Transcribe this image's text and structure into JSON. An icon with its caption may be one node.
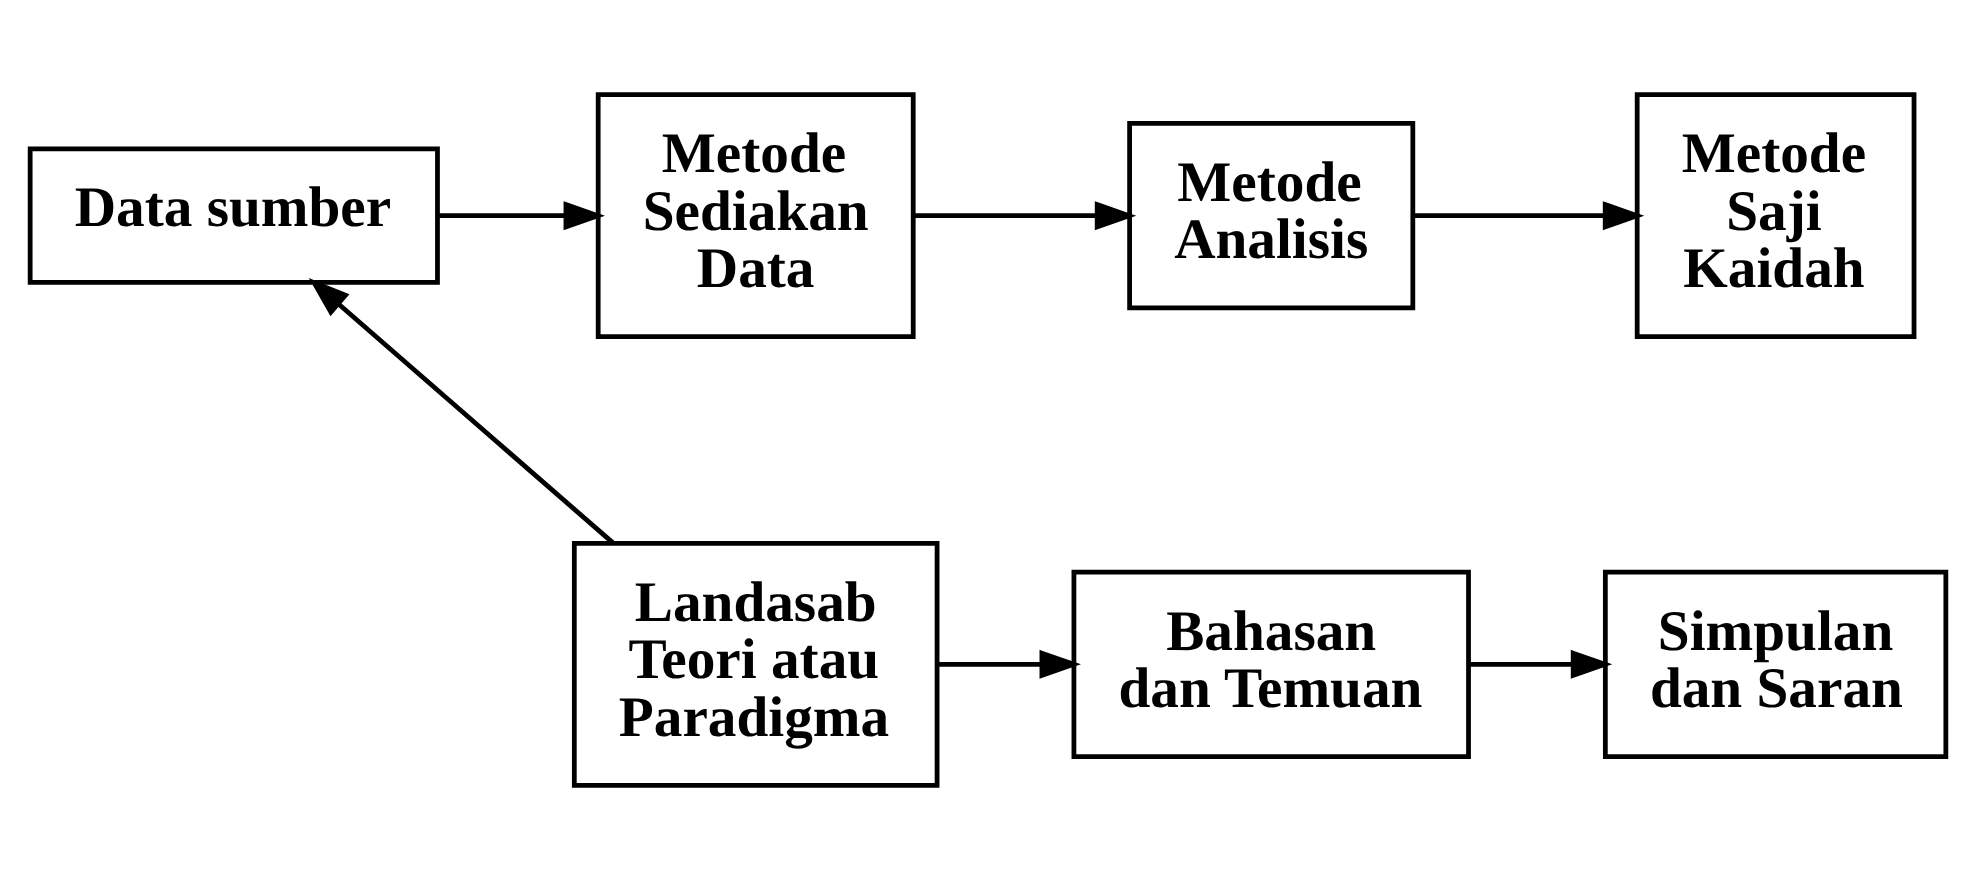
{
  "diagram": {
    "nodes": [
      {
        "text": [
          "Data sumber"
        ]
      },
      {
        "text": [
          "Metode Sediakan Data"
        ]
      },
      {
        "text": [
          "Metode Analisis"
        ]
      },
      {
        "text": [
          "Metode Saji Kaidah"
        ]
      },
      {
        "text": [
          "Landasab Teori atau Paradigma"
        ]
      },
      {
        "text": [
          "Bahasan dan Temuan"
        ]
      },
      {
        "text": [
          "Simpulan dan Saran"
        ]
      }
    ],
    "edges": [
      {
        "from": 0,
        "to": 1,
        "arrow": "to"
      },
      {
        "from": 1,
        "to": 2,
        "arrow": "to"
      },
      {
        "from": 2,
        "to": 3,
        "arrow": "to"
      },
      {
        "from": 4,
        "to": 0,
        "arrow": "to"
      },
      {
        "from": 4,
        "to": 5,
        "arrow": "to"
      },
      {
        "from": 5,
        "to": 6,
        "arrow": "to"
      }
    ]
  }
}
